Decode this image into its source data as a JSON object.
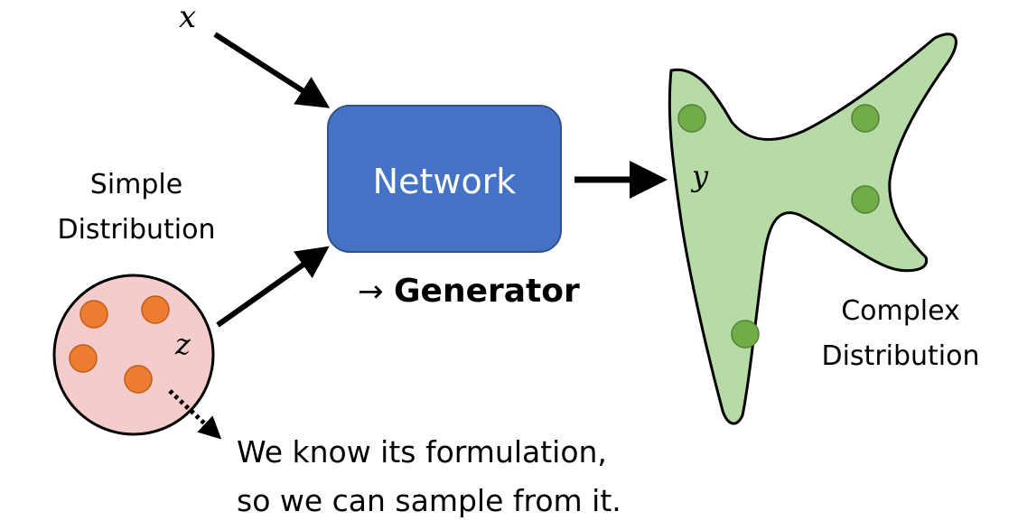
{
  "diagram": {
    "input_x_label": "x",
    "network_label": "Network",
    "generator_arrow": "→",
    "generator_label": "Generator",
    "simple_line1": "Simple",
    "simple_line2": "Distribution",
    "z_label": "z",
    "y_label": "y",
    "complex_line1": "Complex",
    "complex_line2": "Distribution",
    "note_line1": "We know its formulation,",
    "note_line2": "so we can sample from it.",
    "colors": {
      "network_fill": "#4472c4",
      "network_stroke": "#2f528f",
      "simple_fill": "#f4cccc",
      "simple_dot": "#ed7d31",
      "complex_fill": "#b7dba6",
      "complex_dot": "#70ad47"
    }
  }
}
